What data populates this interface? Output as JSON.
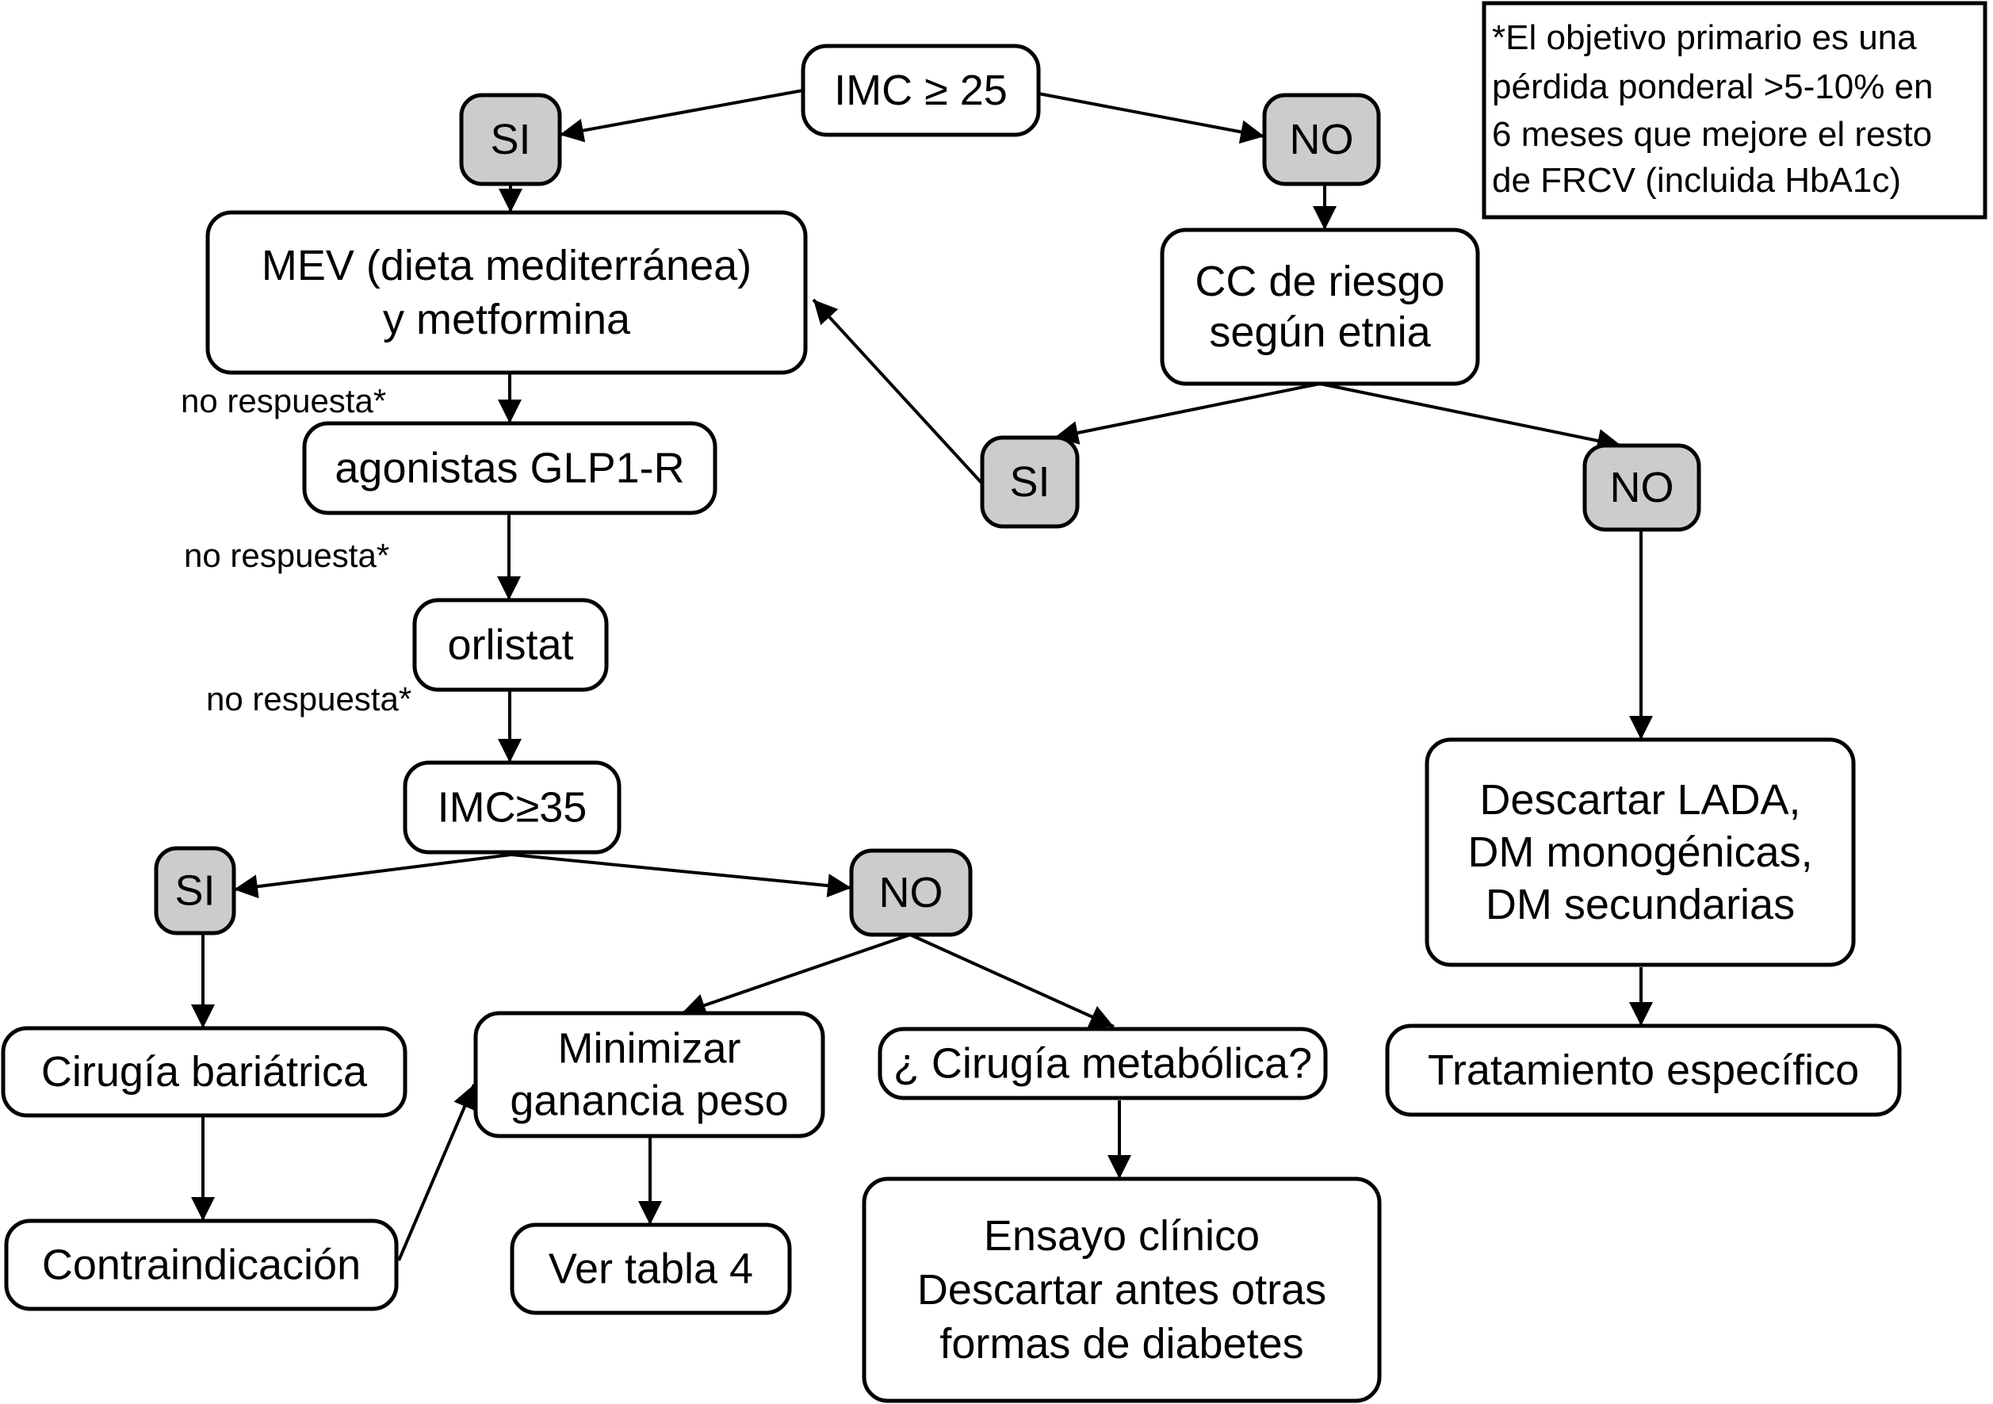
{
  "note": {
    "lines": [
      "*El objetivo primario es una",
      "pérdida ponderal >5-10% en",
      "6 meses que mejore el resto",
      "de FRCV (incluida HbA1c)"
    ]
  },
  "colors": {
    "decision_fill": "#cccccc",
    "box_fill": "#ffffff",
    "stroke": "#000000"
  },
  "nodes": {
    "imc25": {
      "lines": [
        "IMC ≥ 25"
      ],
      "kind": "box"
    },
    "si_top": {
      "lines": [
        "SI"
      ],
      "kind": "decision"
    },
    "no_top": {
      "lines": [
        "NO"
      ],
      "kind": "decision"
    },
    "mev": {
      "lines": [
        "MEV (dieta mediterránea)",
        "y metformina"
      ],
      "kind": "box"
    },
    "cc": {
      "lines": [
        "CC de riesgo",
        "según etnia"
      ],
      "kind": "box"
    },
    "si_cc": {
      "lines": [
        "SI"
      ],
      "kind": "decision"
    },
    "no_cc": {
      "lines": [
        "NO"
      ],
      "kind": "decision"
    },
    "glp1": {
      "lines": [
        "agonistas GLP1-R"
      ],
      "kind": "box"
    },
    "orlistat": {
      "lines": [
        "orlistat"
      ],
      "kind": "box"
    },
    "imc35": {
      "lines": [
        "IMC≥35"
      ],
      "kind": "box"
    },
    "si_35": {
      "lines": [
        "SI"
      ],
      "kind": "decision"
    },
    "no_35": {
      "lines": [
        "NO"
      ],
      "kind": "decision"
    },
    "cirugia_bar": {
      "lines": [
        "Cirugía bariátrica"
      ],
      "kind": "box"
    },
    "contraind": {
      "lines": [
        "Contraindicación"
      ],
      "kind": "box"
    },
    "minimizar": {
      "lines": [
        "Minimizar",
        "ganancia peso"
      ],
      "kind": "box"
    },
    "ver_tabla": {
      "lines": [
        "Ver tabla 4"
      ],
      "kind": "box"
    },
    "cirugia_met": {
      "lines": [
        "¿ Cirugía metabólica?"
      ],
      "kind": "box"
    },
    "ensayo": {
      "lines": [
        "Ensayo clínico",
        "Descartar antes otras",
        "formas de diabetes"
      ],
      "kind": "box"
    },
    "descartar": {
      "lines": [
        "Descartar LADA,",
        "DM monogénicas,",
        "DM secundarias"
      ],
      "kind": "box"
    },
    "tratamiento": {
      "lines": [
        "Tratamiento específico"
      ],
      "kind": "box"
    }
  },
  "edge_labels": {
    "mev_glp1": "no respuesta*",
    "glp1_orlistat": "no respuesta*",
    "orlistat_imc35": "no respuesta*"
  },
  "edges": [
    {
      "from": "imc25",
      "to": "si_top"
    },
    {
      "from": "imc25",
      "to": "no_top"
    },
    {
      "from": "si_top",
      "to": "mev"
    },
    {
      "from": "no_top",
      "to": "cc"
    },
    {
      "from": "cc",
      "to": "si_cc"
    },
    {
      "from": "cc",
      "to": "no_cc"
    },
    {
      "from": "si_cc",
      "to": "mev"
    },
    {
      "from": "mev",
      "to": "glp1",
      "label": "no respuesta*"
    },
    {
      "from": "glp1",
      "to": "orlistat",
      "label": "no respuesta*"
    },
    {
      "from": "orlistat",
      "to": "imc35",
      "label": "no respuesta*"
    },
    {
      "from": "imc35",
      "to": "si_35"
    },
    {
      "from": "imc35",
      "to": "no_35"
    },
    {
      "from": "si_35",
      "to": "cirugia_bar"
    },
    {
      "from": "cirugia_bar",
      "to": "contraind"
    },
    {
      "from": "contraind",
      "to": "minimizar"
    },
    {
      "from": "no_35",
      "to": "minimizar"
    },
    {
      "from": "no_35",
      "to": "cirugia_met"
    },
    {
      "from": "minimizar",
      "to": "ver_tabla"
    },
    {
      "from": "cirugia_met",
      "to": "ensayo"
    },
    {
      "from": "no_cc",
      "to": "descartar"
    },
    {
      "from": "descartar",
      "to": "tratamiento"
    }
  ]
}
